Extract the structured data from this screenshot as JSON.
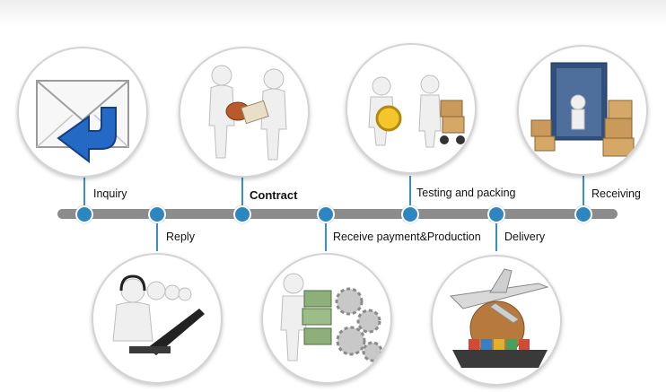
{
  "steps": {
    "inquiry": "Inquiry",
    "contract": "Contract",
    "testing": "Testing and packing",
    "receiving": "Receiving",
    "reply": "Reply",
    "payment": "Receive payment&Production",
    "delivery": "Delivery"
  },
  "colors": {
    "timeline": "#8c8c8c",
    "node": "#2e86c1",
    "stem": "#3a8fc8"
  },
  "icons": [
    "envelope-reply-icon",
    "handshake-contract-icon",
    "magnifier-boxes-icon",
    "container-boxes-icon",
    "headset-operators-icon",
    "money-gears-icon",
    "airplane-ship-globe-icon"
  ]
}
